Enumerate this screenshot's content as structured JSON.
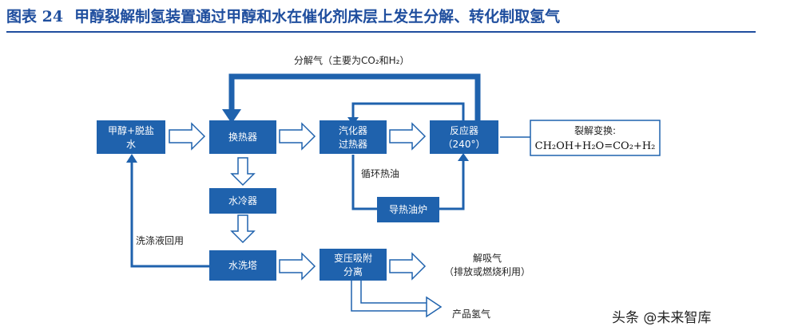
{
  "figure": {
    "number": "图表 24",
    "title": "甲醇裂解制氢装置通过甲醇和水在催化剂床层上发生分解、转化制取氢气"
  },
  "nodes": {
    "feed": [
      "甲醇+脱盐",
      "水"
    ],
    "exchanger": [
      "换热器"
    ],
    "vaporizer": [
      "汽化器",
      "过热器"
    ],
    "reactor": [
      "反应器",
      "（240°）"
    ],
    "water_cooler": [
      "水冷器"
    ],
    "oil_furnace": [
      "导热油炉"
    ],
    "scrubber": [
      "水洗塔"
    ],
    "psa": [
      "变压吸附",
      "分离"
    ]
  },
  "reaction": {
    "title": "裂解变换:",
    "equation": "CH₂OH+H₂O=CO₂+H₂"
  },
  "labels": {
    "decomp_gas": "分解气（主要为CO₂和H₂）",
    "circulating_oil": "循环热油",
    "wash_return": "洗涤液回用",
    "desorb_line1": "解吸气",
    "desorb_line2": "（排放或燃烧利用）",
    "product": "产品氢气"
  },
  "watermark": "头条 @未来智库",
  "colors": {
    "box": "#1f62ad",
    "title": "#1f4e9e"
  }
}
